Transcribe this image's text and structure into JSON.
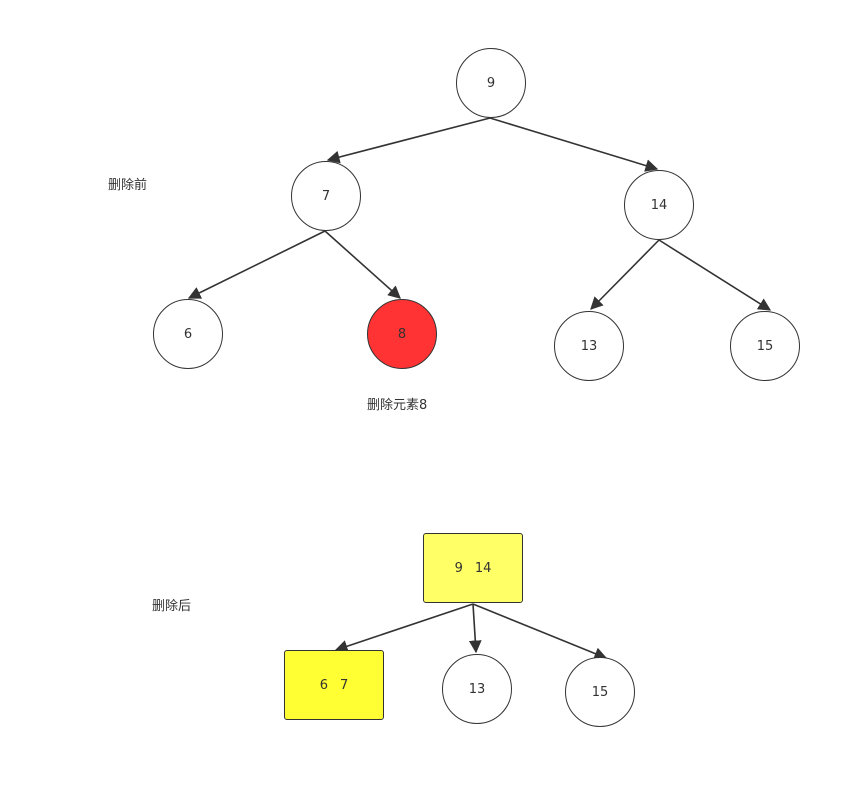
{
  "captions": {
    "before": "删除前",
    "delete_note": "删除元素8",
    "after": "删除后"
  },
  "colors": {
    "stroke": "#333333",
    "node_fill": "#ffffff",
    "highlight_red": "#ff3333",
    "highlight_yellow": "#ffff4d"
  },
  "before_tree": {
    "root": "9",
    "left": "7",
    "right": "14",
    "left_left": "6",
    "left_right": "8",
    "right_left": "13",
    "right_right": "15"
  },
  "after_tree": {
    "root_keys": [
      "9",
      "14"
    ],
    "left_keys": [
      "6",
      "7"
    ],
    "middle": "13",
    "right": "15"
  }
}
